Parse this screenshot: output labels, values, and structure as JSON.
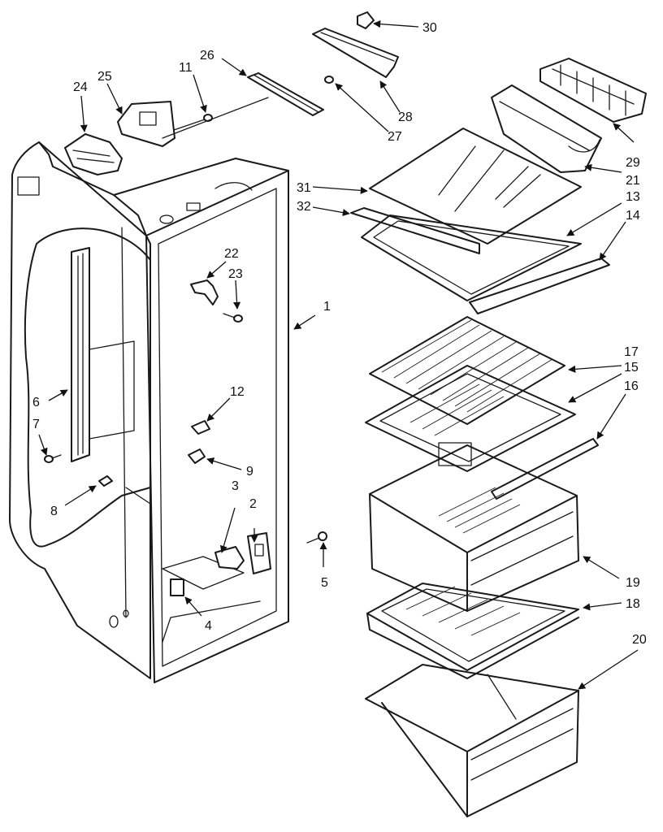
{
  "callouts": [
    {
      "id": "c1",
      "text": "1"
    },
    {
      "id": "c2",
      "text": "2"
    },
    {
      "id": "c3",
      "text": "3"
    },
    {
      "id": "c4",
      "text": "4"
    },
    {
      "id": "c5",
      "text": "5"
    },
    {
      "id": "c6",
      "text": "6"
    },
    {
      "id": "c7",
      "text": "7"
    },
    {
      "id": "c8",
      "text": "8"
    },
    {
      "id": "c9",
      "text": "9"
    },
    {
      "id": "c11",
      "text": "11"
    },
    {
      "id": "c12",
      "text": "12"
    },
    {
      "id": "c13",
      "text": "13"
    },
    {
      "id": "c14",
      "text": "14"
    },
    {
      "id": "c15",
      "text": "15"
    },
    {
      "id": "c16",
      "text": "16"
    },
    {
      "id": "c17",
      "text": "17"
    },
    {
      "id": "c18",
      "text": "18"
    },
    {
      "id": "c19",
      "text": "19"
    },
    {
      "id": "c20",
      "text": "20"
    },
    {
      "id": "c21",
      "text": "21"
    },
    {
      "id": "c22",
      "text": "22"
    },
    {
      "id": "c23",
      "text": "23"
    },
    {
      "id": "c24",
      "text": "24"
    },
    {
      "id": "c25",
      "text": "25"
    },
    {
      "id": "c26",
      "text": "26"
    },
    {
      "id": "c27",
      "text": "27"
    },
    {
      "id": "c28",
      "text": "28"
    },
    {
      "id": "c29",
      "text": "29"
    },
    {
      "id": "c30",
      "text": "30"
    },
    {
      "id": "c31",
      "text": "31"
    },
    {
      "id": "c32",
      "text": "32"
    }
  ]
}
